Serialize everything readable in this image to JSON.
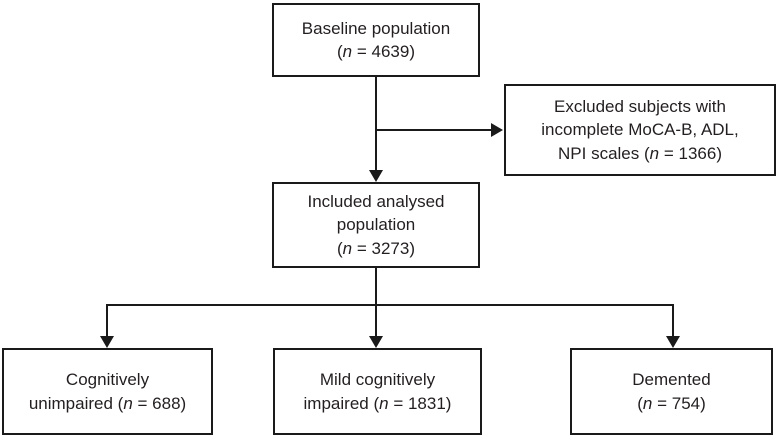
{
  "figure": {
    "type": "participant-flow-diagram",
    "description": "Flow chart of baseline population through exclusions to analysed diagnostic groups"
  },
  "colors": {
    "background": "#ffffff",
    "line": "#1a1a1a",
    "text": "#231f20"
  },
  "counts": {
    "baseline": 4639,
    "excluded": 1366,
    "included": 3273,
    "cognitively_unimpaired": 688,
    "mild_cognitively_impaired": 1831,
    "demented": 754
  },
  "boxes": {
    "baseline": {
      "lines": [
        {
          "pre": "Baseline population"
        },
        {
          "pre": "(",
          "it": "n",
          "post": " = 4639)"
        }
      ]
    },
    "excluded": {
      "lines": [
        {
          "pre": "Excluded subjects with"
        },
        {
          "pre": "incomplete MoCA-B,  ADL,"
        },
        {
          "pre": "NPI scales (",
          "it": "n",
          "post": " = 1366)"
        }
      ]
    },
    "included": {
      "lines": [
        {
          "pre": "Included analysed"
        },
        {
          "pre": "population"
        },
        {
          "pre": "(",
          "it": "n",
          "post": " = 3273)"
        }
      ]
    },
    "cognitively_unimpaired": {
      "lines": [
        {
          "pre": "Cognitively"
        },
        {
          "pre": "unimpaired (",
          "it": "n",
          "post": " = 688)"
        }
      ]
    },
    "mild_cognitively_impaired": {
      "lines": [
        {
          "pre": "Mild cognitively"
        },
        {
          "pre": "impaired (",
          "it": "n",
          "post": " = 1831)"
        }
      ]
    },
    "demented": {
      "lines": [
        {
          "pre": "Demented"
        },
        {
          "pre": "(",
          "it": "n",
          "post": " = 754)"
        }
      ]
    }
  }
}
